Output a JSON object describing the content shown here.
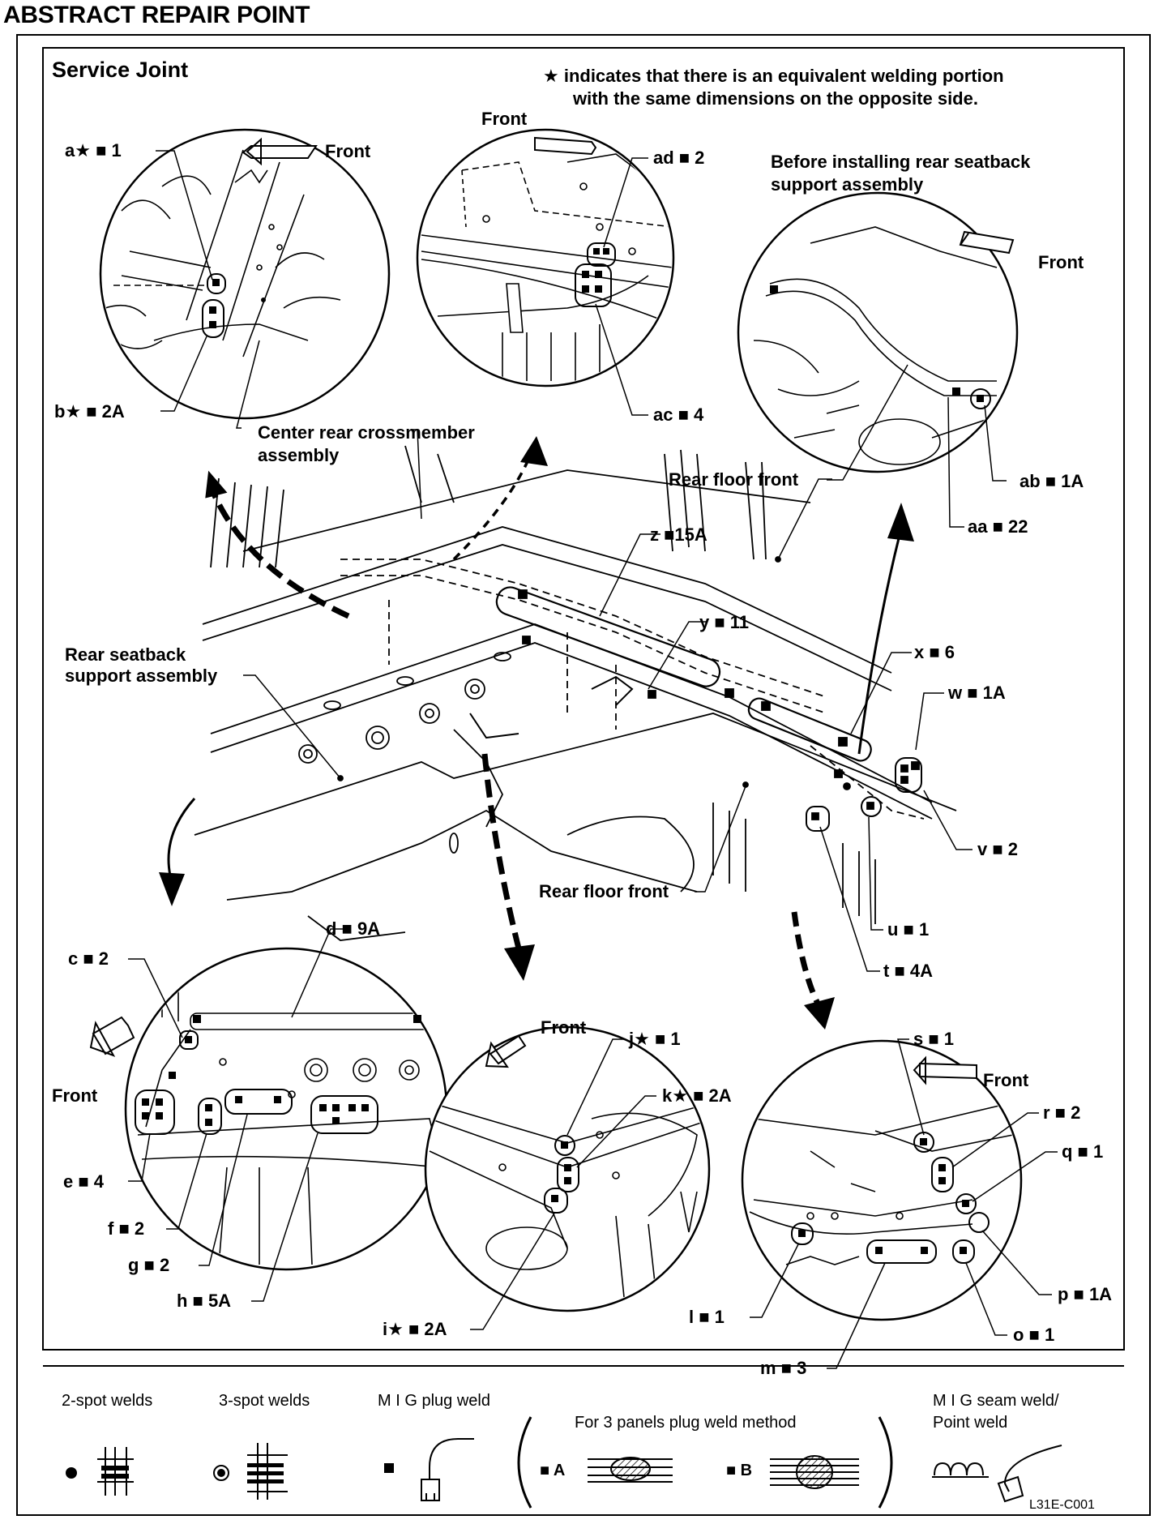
{
  "title": "ABSTRACT REPAIR POINT",
  "section_title": "Service Joint",
  "note_line1": "★ indicates that there is an equivalent welding portion",
  "note_line2": "with the same dimensions on the opposite side.",
  "front": "Front",
  "before_line1": "Before installing rear seatback",
  "before_line2": "support assembly",
  "parts": {
    "center_crossmember_1": "Center rear crossmember",
    "center_crossmember_2": "assembly",
    "rear_floor_front_top": "Rear floor front",
    "rear_floor_front_mid": "Rear floor front",
    "seatback_1": "Rear seatback",
    "seatback_2": "support assembly"
  },
  "callouts": {
    "a": "a★ ■ 1",
    "b": "b★ ■ 2A",
    "ad": "ad ■ 2",
    "ac": "ac ■ 4",
    "ab": "ab ■ 1A",
    "aa": "aa ■ 22",
    "z": "z ■15A",
    "y": "y ■ 11",
    "x": "x ■ 6",
    "w": "w ■ 1A",
    "v": "v ■ 2",
    "u": "u ■ 1",
    "t": "t ■ 4A",
    "d": "d ■ 9A",
    "c": "c ■ 2",
    "e": "e ■ 4",
    "f": "f ■ 2",
    "g": "g ■ 2",
    "h": "h ■ 5A",
    "j": "j★ ■ 1",
    "k": "k★ ■ 2A",
    "i": "i★ ■ 2A",
    "s": "s ■ 1",
    "r": "r ■ 2",
    "q": "q ■ 1",
    "p": "p ■ 1A",
    "l": "l ■ 1",
    "m": "m ■ 3",
    "o": "o ■ 1"
  },
  "legend": {
    "two_spot": "2-spot welds",
    "three_spot": "3-spot welds",
    "mig_plug": "M I G plug weld",
    "three_panels": "For 3 panels plug weld method",
    "method_a": "■ A",
    "method_b": "■ B",
    "mig_seam_1": "M I G seam weld/",
    "mig_seam_2": "Point weld",
    "code": "L31E-C001"
  }
}
